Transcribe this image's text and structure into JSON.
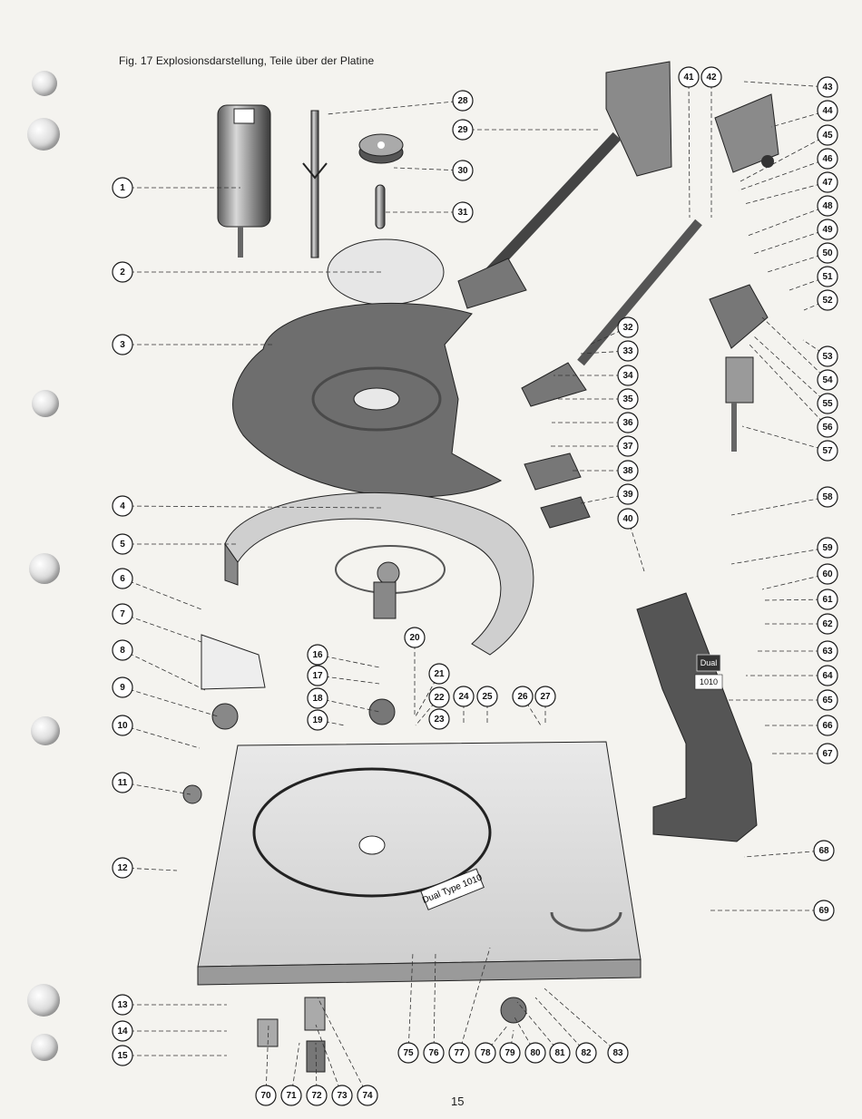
{
  "figure": {
    "title": "Fig. 17 Explosionsdarstellung, Teile über der Platine",
    "page_number": "15",
    "brand_label": "Dual",
    "model_label": "1010",
    "plate_label": "Dual Type 1010"
  },
  "callouts": [
    {
      "label": "1"
    },
    {
      "label": "2"
    },
    {
      "label": "3"
    },
    {
      "label": "4"
    },
    {
      "label": "5"
    },
    {
      "label": "6"
    },
    {
      "label": "7"
    },
    {
      "label": "8"
    },
    {
      "label": "9"
    },
    {
      "label": "10"
    },
    {
      "label": "11"
    },
    {
      "label": "12"
    },
    {
      "label": "13"
    },
    {
      "label": "14"
    },
    {
      "label": "15"
    },
    {
      "label": "16"
    },
    {
      "label": "17"
    },
    {
      "label": "18"
    },
    {
      "label": "19"
    },
    {
      "label": "20"
    },
    {
      "label": "21"
    },
    {
      "label": "22"
    },
    {
      "label": "23"
    },
    {
      "label": "24"
    },
    {
      "label": "25"
    },
    {
      "label": "26"
    },
    {
      "label": "27"
    },
    {
      "label": "28"
    },
    {
      "label": "29"
    },
    {
      "label": "30"
    },
    {
      "label": "31"
    },
    {
      "label": "32"
    },
    {
      "label": "33"
    },
    {
      "label": "34"
    },
    {
      "label": "35"
    },
    {
      "label": "36"
    },
    {
      "label": "37"
    },
    {
      "label": "38"
    },
    {
      "label": "39"
    },
    {
      "label": "40"
    },
    {
      "label": "41"
    },
    {
      "label": "42"
    },
    {
      "label": "43"
    },
    {
      "label": "44"
    },
    {
      "label": "45"
    },
    {
      "label": "46"
    },
    {
      "label": "47"
    },
    {
      "label": "48"
    },
    {
      "label": "49"
    },
    {
      "label": "50"
    },
    {
      "label": "51"
    },
    {
      "label": "52"
    },
    {
      "label": "53"
    },
    {
      "label": "54"
    },
    {
      "label": "55"
    },
    {
      "label": "56"
    },
    {
      "label": "57"
    },
    {
      "label": "58"
    },
    {
      "label": "59"
    },
    {
      "label": "60"
    },
    {
      "label": "61"
    },
    {
      "label": "62"
    },
    {
      "label": "63"
    },
    {
      "label": "64"
    },
    {
      "label": "65"
    },
    {
      "label": "66"
    },
    {
      "label": "67"
    },
    {
      "label": "68"
    },
    {
      "label": "69"
    },
    {
      "label": "70"
    },
    {
      "label": "71"
    },
    {
      "label": "72"
    },
    {
      "label": "73"
    },
    {
      "label": "74"
    },
    {
      "label": "75"
    },
    {
      "label": "76"
    },
    {
      "label": "77"
    },
    {
      "label": "78"
    },
    {
      "label": "79"
    },
    {
      "label": "80"
    },
    {
      "label": "81"
    },
    {
      "label": "82"
    },
    {
      "label": "83"
    }
  ]
}
